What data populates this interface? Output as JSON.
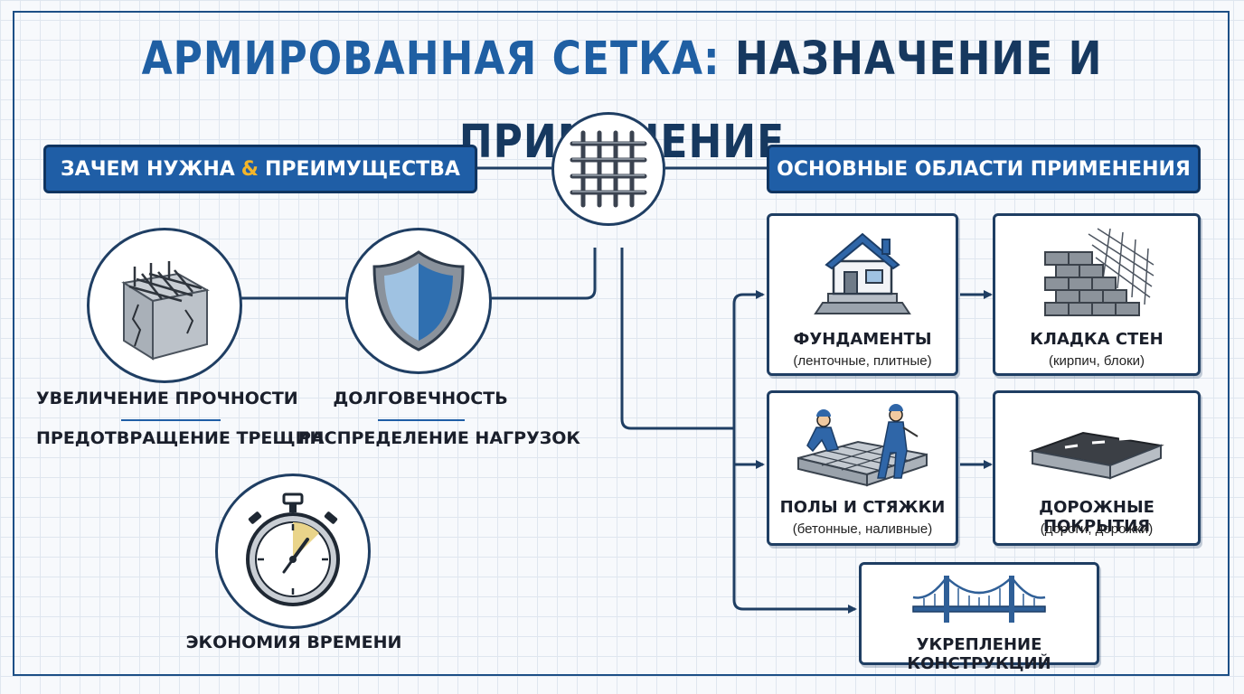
{
  "title": {
    "part1": "АРМИРОВАННАЯ СЕТКА:",
    "part2": "НАЗНАЧЕНИЕ И ПРИМЕНЕНИЕ"
  },
  "left_header": {
    "before": "ЗАЧЕМ НУЖНА",
    "amp": "&",
    "after": "ПРЕИМУЩЕСТВА"
  },
  "right_header": {
    "label": "ОСНОВНЫЕ ОБЛАСТИ ПРИМЕНЕНИЯ"
  },
  "benefits": {
    "strength": {
      "line1": "УВЕЛИЧЕНИЕ ПРОЧНОСТИ",
      "line2": "ПРЕДОТВРАЩЕНИЕ ТРЕЩИН",
      "icon": "concrete-cube-icon"
    },
    "durability": {
      "line1": "ДОЛГОВЕЧНОСТЬ",
      "line2": "РАСПРЕДЕЛЕНИЕ НАГРУЗОК",
      "icon": "shield-icon"
    },
    "time": {
      "line1": "ЭКОНОМИЯ ВРЕМЕНИ",
      "icon": "stopwatch-icon"
    }
  },
  "center_icon": "mesh-icon",
  "applications": [
    {
      "title": "ФУНДАМЕНТЫ",
      "subtitle": "(ленточные, плитные)",
      "icon": "house-foundation-icon"
    },
    {
      "title": "КЛАДКА СТЕН",
      "subtitle": "(кирпич, блоки)",
      "icon": "brick-wall-icon"
    },
    {
      "title": "ПОЛЫ И СТЯЖКИ",
      "subtitle": "(бетонные, наливные)",
      "icon": "workers-floor-icon"
    },
    {
      "title": "ДОРОЖНЫЕ ПОКРЫТИЯ",
      "subtitle": "(дороги, дорожки)",
      "icon": "road-icon"
    },
    {
      "title": "УКРЕПЛЕНИЕ КОНСТРУКЦИЙ",
      "icon": "bridge-icon"
    }
  ],
  "colors": {
    "primary": "#1f5ea6",
    "dark": "#1f3e63",
    "accent": "#f3b52a",
    "grid": "#dfe6ef"
  }
}
